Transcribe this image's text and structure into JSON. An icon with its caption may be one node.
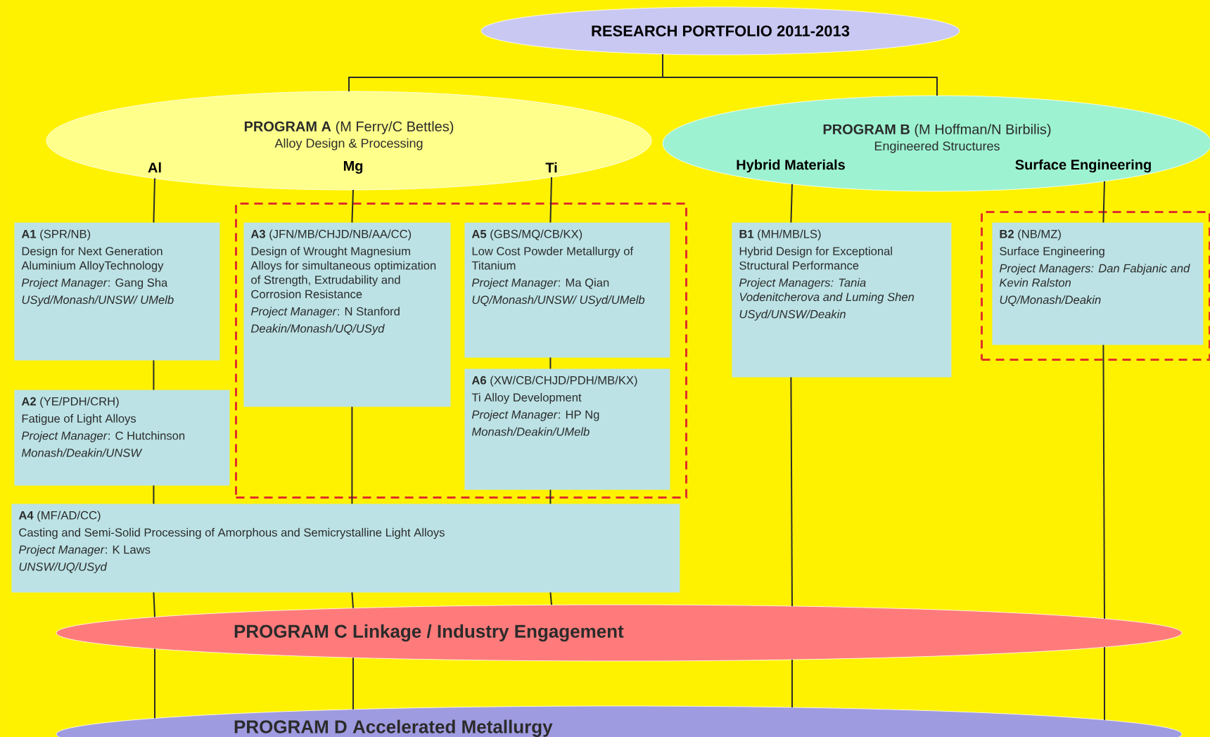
{
  "diagram": {
    "nodes": [
      {
        "text": [
          "RESEARCH PORTFOLIO 2011-2013"
        ]
      },
      {
        "text": [
          "**PROGRAM A** (M Ferry/C Bettles)",
          "Alloy Design & Processing",
          "Al",
          "Mg",
          "Ti"
        ]
      },
      {
        "text": [
          "**PROGRAM B** (M Hoffman/N Birbilis)",
          "Engineered Structures",
          "Hybrid Materials",
          "Surface Engineering"
        ]
      },
      {
        "text": [
          "**A1** (SPR/NB)",
          "Design for Next Generation Aluminium AlloyTechnology",
          "*Project Manager*: Gang Sha",
          "USyd/Monash/UNSW/ UMelb"
        ]
      },
      {
        "text": [],
        "shape": "box"
      },
      {
        "text": [
          "**A3** (JFN/MB/CHJD/NB/AA/CC)",
          "Design of Wrought Magnesium Alloys for simultaneous optimization of Strength, Extrudability and Corrosion Resistance",
          "*Project Manager*: N Stanford",
          "Deakin/Monash/UQ/USyd"
        ],
        "in": 4
      },
      {
        "text": [
          "**A5** (GBS/MQ/CB/KX)",
          "Low Cost Powder Metallurgy of Titanium",
          "*Project Manager*: Ma Qian",
          "UQ/Monash/UNSW/ USyd/UMelb"
        ],
        "in": 4
      },
      {
        "text": [
          "**A6** (XW/CB/CHJD/PDH/MB/KX)",
          "Ti Alloy Development",
          "*Project Manager*: HP Ng",
          "Monash/Deakin/UMelb"
        ],
        "in": 4
      },
      {
        "text": [
          "**B1** (MH/MB/LS)",
          "Hybrid Design for Exceptional Structural Performance",
          "Project Managers: Tania Vodenitcherova and Luming Shen",
          "USyd/UNSW/Deakin"
        ]
      },
      {
        "text": [],
        "shape": "box"
      },
      {
        "text": [
          "**B2** (NB/MZ)",
          "Surface Engineering",
          "Project Managers: Dan Fabjanic and Kevin Ralston",
          "UQ/Monash/Deakin"
        ],
        "in": 9
      },
      {
        "text": [
          "**A2** (YE/PDH/CRH)",
          "Fatigue of Light Alloys",
          "*Project Manager*: C Hutchinson",
          "Monash/Deakin/UNSW"
        ]
      },
      {
        "text": [
          "**A4** (MF/AD/CC)",
          "Casting and Semi-Solid Processing of Amorphous and Semicrystalline Light Alloys",
          "*Project Manager*: K Laws",
          "UNSW/UQ/USyd"
        ]
      },
      {
        "text": [
          "PROGRAM C Linkage / Industry Engagement"
        ]
      },
      {
        "text": [
          "PROGRAM D Accelerated Metallurgy"
        ]
      }
    ],
    "edges": [
      {
        "from": 0,
        "to": 1,
        "arrow": "none"
      },
      {
        "from": 0,
        "to": 2,
        "arrow": "none"
      },
      {
        "from": 1,
        "to": 3,
        "arrow": "none"
      },
      {
        "from": 3,
        "to": 11,
        "arrow": "none"
      },
      {
        "from": 11,
        "to": 12,
        "arrow": "none"
      },
      {
        "from": 12,
        "to": 13,
        "arrow": "none"
      },
      {
        "from": 13,
        "to": 14,
        "arrow": "none"
      },
      {
        "from": 1,
        "to": 5,
        "arrow": "none"
      },
      {
        "from": 5,
        "to": 12,
        "arrow": "none"
      },
      {
        "from": 12,
        "to": 13,
        "arrow": "none"
      },
      {
        "from": 13,
        "to": 14,
        "arrow": "none"
      },
      {
        "from": 1,
        "to": 6,
        "arrow": "none"
      },
      {
        "from": 6,
        "to": 7,
        "arrow": "none"
      },
      {
        "from": 7,
        "to": 12,
        "arrow": "none"
      },
      {
        "from": 12,
        "to": 13,
        "arrow": "none"
      },
      {
        "from": 2,
        "to": 8,
        "arrow": "none"
      },
      {
        "from": 8,
        "to": 13,
        "arrow": "none"
      },
      {
        "from": 13,
        "to": 14,
        "arrow": "none"
      },
      {
        "from": 2,
        "to": 10,
        "arrow": "none"
      },
      {
        "from": 10,
        "to": 13,
        "arrow": "none"
      },
      {
        "from": 13,
        "to": 14,
        "arrow": "none"
      }
    ]
  }
}
